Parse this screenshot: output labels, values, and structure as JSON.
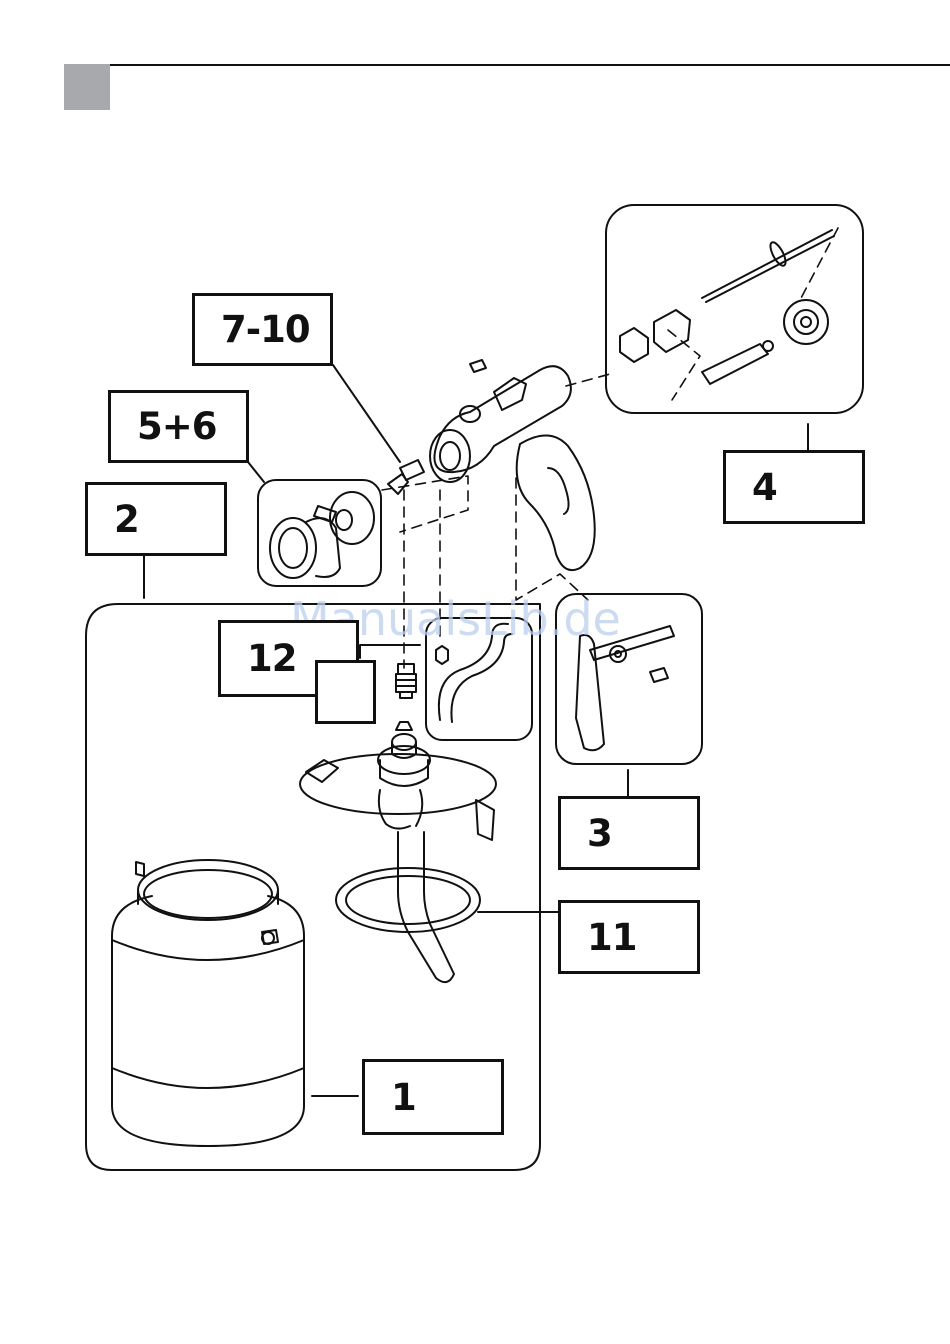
{
  "labels": {
    "part_7_10": "7-10",
    "part_5_6": "5+6",
    "part_2": "2",
    "part_4": "4",
    "part_12": "12",
    "part_3": "3",
    "part_11": "11",
    "part_1": "1"
  },
  "watermark": "ManualsLib.de",
  "colors": {
    "ink": "#111111",
    "header_square": "#a7a9ac",
    "watermark": "#bcd0ee"
  }
}
